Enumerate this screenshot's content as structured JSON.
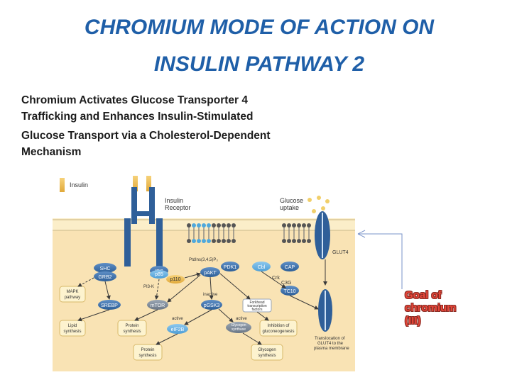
{
  "slide": {
    "title_line1": "CHROMIUM MODE OF ACTION ON",
    "title_line2": "INSULIN PATHWAY 2",
    "subtitle_lines": [
      "Chromium Activates Glucose Transporter 4",
      " Trafficking and Enhances Insulin-Stimulated",
      " Glucose Transport  via a Cholesterol-Dependent",
      " Mechanism"
    ],
    "goal_lines": [
      "Goal of",
      "chromium",
      "(III)"
    ]
  },
  "diagram": {
    "labels": {
      "insulin": "Insulin",
      "insulin_receptor_1": "Insulin",
      "insulin_receptor_2": "Receptor",
      "glucose_uptake_1": "Glucose",
      "glucose_uptake_2": "uptake",
      "glut4": "GLUT4",
      "shc": "SHC",
      "irs": "IRS",
      "pdk1": "PDK1",
      "grb2": "GRB2",
      "p85": "p85",
      "p110": "p110",
      "pakt": "pAKT",
      "pi3k": "PI3-K",
      "ptdins": "PtdIns(3,4,5)P₃",
      "cbl": "Cbl",
      "cap": "CAP",
      "crk": "Crk",
      "c3g": "C3G",
      "tc10": "TC10",
      "mapk_1": "MAPK",
      "mapk_2": "pathway",
      "srebp": "SREBP",
      "mtor": "mTOR",
      "pgsk3": "pGSK3",
      "inactive": "inactive",
      "forkhead_1": "Forkhead",
      "forkhead_2": "transcription",
      "forkhead_3": "factors",
      "active_1": "active",
      "active_2": "active",
      "eif2b": "eIF2B",
      "glycogen_synthase_1": "Glycogen",
      "glycogen_synthase_2": "synthase",
      "lipid_1": "Lipid",
      "lipid_2": "synthesis",
      "protein_a_1": "Protein",
      "protein_a_2": "synthesis",
      "inhibition_1": "Inhibition of",
      "inhibition_2": "gluconeogenesis",
      "protein_b_1": "Protein",
      "protein_b_2": "synthesis",
      "glycogen_1": "Glycogen",
      "glycogen_2": "synthesis",
      "translocation_1": "Translocation of",
      "translocation_2": "GLUT4 to the",
      "translocation_3": "plasma membrane"
    }
  }
}
